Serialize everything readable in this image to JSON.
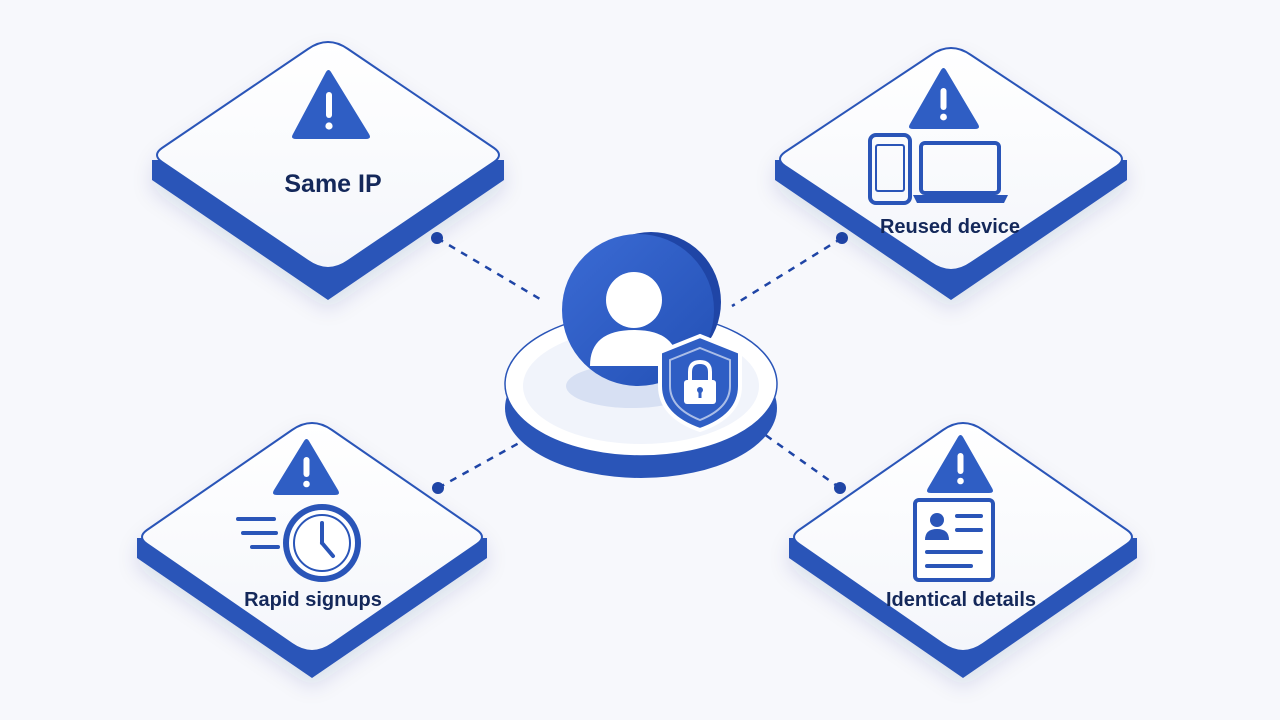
{
  "diagram": {
    "center": {
      "icon": "user-avatar-icon",
      "badge_icon": "shield-lock-icon"
    },
    "signals": [
      {
        "label": "Same IP",
        "alert_icon": "warning-icon",
        "icon": ""
      },
      {
        "label": "Reused device",
        "alert_icon": "warning-icon",
        "icon": "phone-laptop-icon"
      },
      {
        "label": "Rapid signups",
        "alert_icon": "warning-icon",
        "icon": "fast-clock-icon"
      },
      {
        "label": "Identical details",
        "alert_icon": "warning-icon",
        "icon": "id-card-icon"
      }
    ],
    "colors": {
      "accent": "#2f5ec4",
      "accent_dark": "#1f45a6",
      "tile_face": "#ffffff",
      "tile_side": "#2a55b8",
      "text": "#14285a",
      "background": "#f7f8fc"
    }
  }
}
